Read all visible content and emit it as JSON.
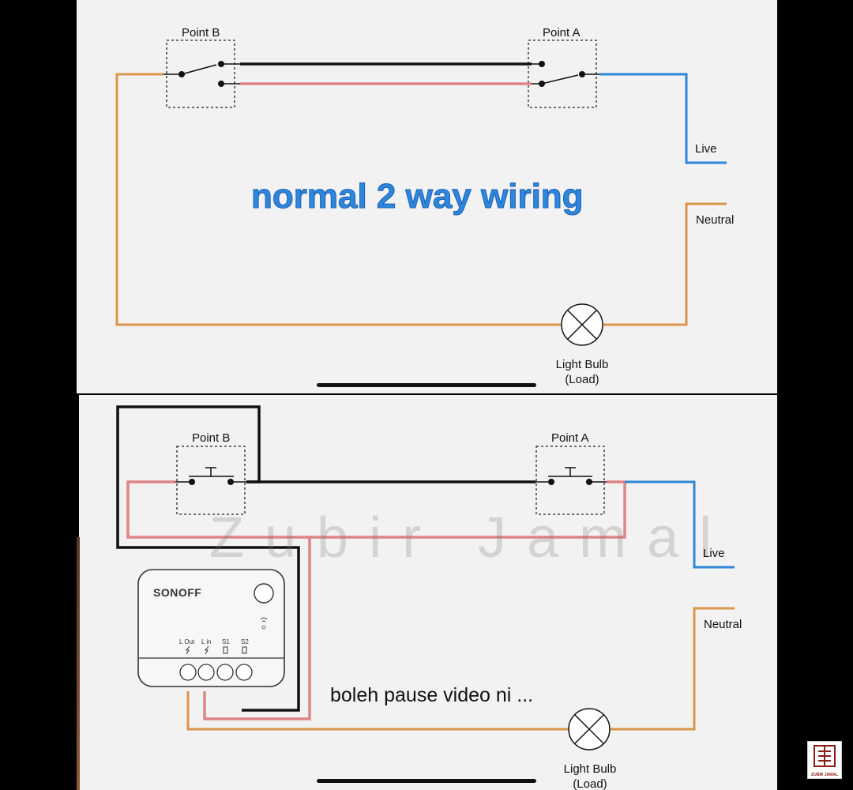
{
  "top": {
    "point_b": "Point B",
    "point_a": "Point A",
    "live": "Live",
    "neutral": "Neutral",
    "title": "normal 2 way wiring",
    "bulb_line1": "Light Bulb",
    "bulb_line2": "(Load)"
  },
  "bottom": {
    "point_b": "Point B",
    "point_a": "Point A",
    "live": "Live",
    "neutral": "Neutral",
    "watermark": "Zubir Jamal",
    "caption": "boleh pause video ni ...",
    "bulb_line1": "Light Bulb",
    "bulb_line2": "(Load)",
    "device": {
      "brand": "SONOFF",
      "terminals": [
        "L Out",
        "L in",
        "S1",
        "S2"
      ]
    }
  },
  "logo": {
    "text": "ZUBIR JAMAL"
  },
  "colors": {
    "live": "#2f86d6",
    "neutral": "#d9954a",
    "traveler_black": "#111111",
    "traveler_red": "#e08585",
    "title": "#2e87dd",
    "panel_bg": "#f2f2f2"
  },
  "icons": [
    "switch-symbol",
    "push-button-symbol",
    "light-bulb-symbol",
    "wifi-icon",
    "bolt-icon",
    "logo-icon"
  ]
}
